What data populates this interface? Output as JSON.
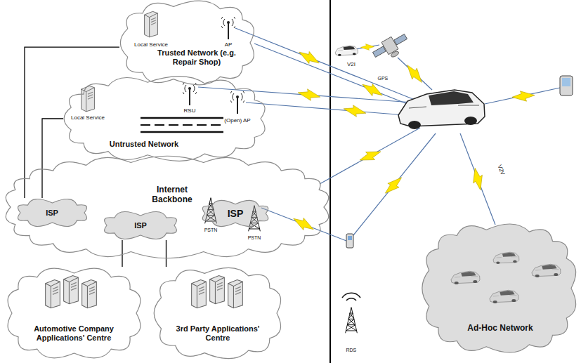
{
  "diagram": {
    "nodes": [
      {
        "text": [
          "Local Service",
          "AP",
          "Trusted Network (e.g. Repair Shop)"
        ]
      },
      {
        "text": [
          "Local Service",
          "RSU",
          "(Open) AP",
          "Untrusted Network"
        ]
      },
      {
        "text": [
          "Internet Backbone",
          "PSTN",
          "PSTN"
        ]
      },
      {
        "text": [
          "ISP"
        ],
        "in": 2
      },
      {
        "text": [
          "ISP"
        ],
        "in": 2
      },
      {
        "text": [
          "ISP"
        ],
        "in": 2
      },
      {
        "text": [
          "Automotive Company Applications' Centre"
        ]
      },
      {
        "text": [
          "3rd Party Applications' Centre"
        ]
      },
      {
        "text": [
          "Ad-Hoc Network"
        ]
      }
    ],
    "edges": [
      {
        "from": 0,
        "to": 3,
        "arrow": "none"
      },
      {
        "from": 1,
        "to": 3,
        "arrow": "none"
      },
      {
        "from": 5,
        "to": 6,
        "arrow": "none"
      },
      {
        "from": 5,
        "to": 7,
        "arrow": "none"
      }
    ],
    "labels": [
      "GPS",
      "V2I",
      "V2V",
      "RDS"
    ]
  }
}
